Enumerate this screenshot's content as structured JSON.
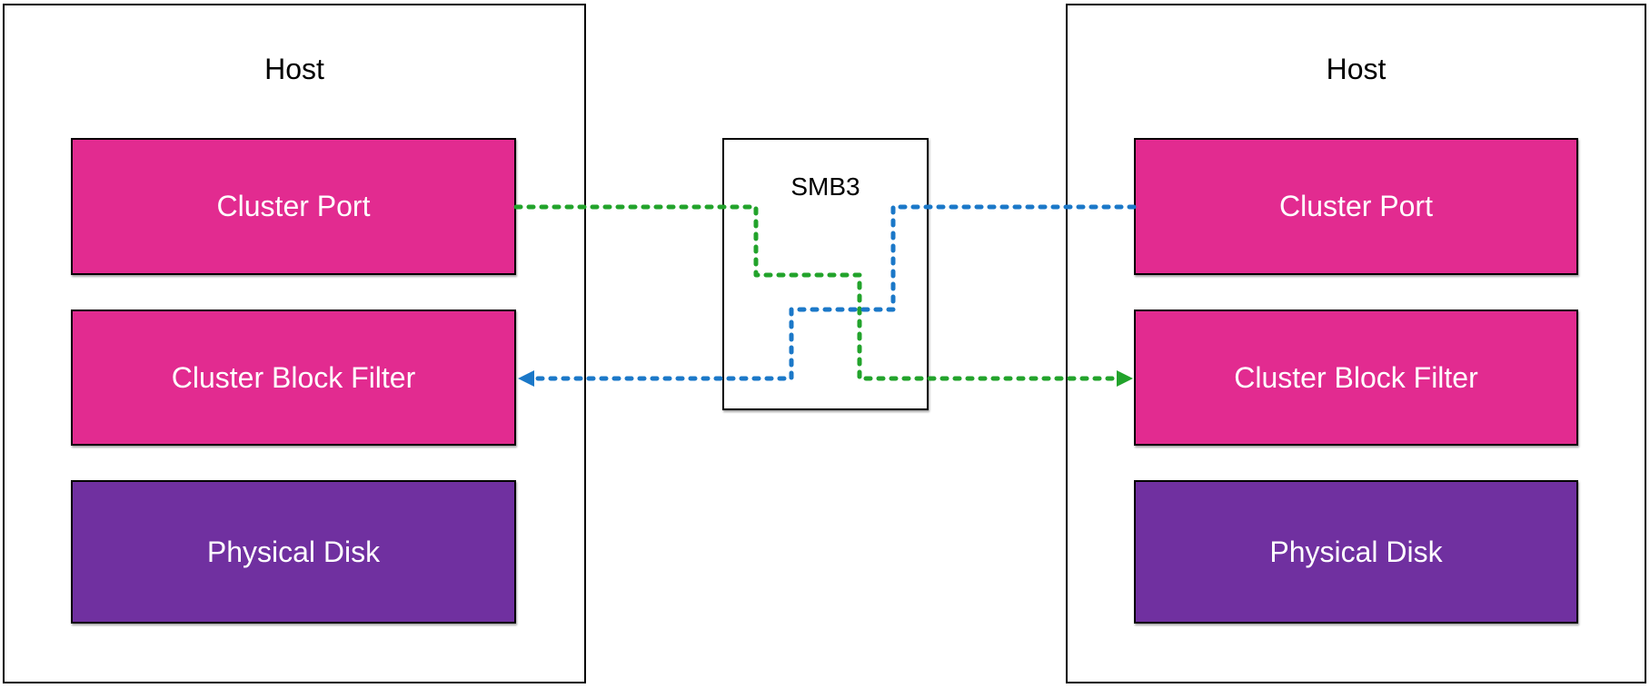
{
  "diagram": {
    "hosts": [
      {
        "label": "Host",
        "side": "left",
        "components": [
          {
            "label": "Cluster Port",
            "color_key": "pink"
          },
          {
            "label": "Cluster Block Filter",
            "color_key": "pink"
          },
          {
            "label": "Physical Disk",
            "color_key": "purple"
          }
        ]
      },
      {
        "label": "Host",
        "side": "right",
        "components": [
          {
            "label": "Cluster Port",
            "color_key": "pink"
          },
          {
            "label": "Cluster Block Filter",
            "color_key": "pink"
          },
          {
            "label": "Physical Disk",
            "color_key": "purple"
          }
        ]
      }
    ],
    "protocol_box": {
      "label": "SMB3"
    },
    "connectors": [
      {
        "name": "green-connector",
        "color_key": "green",
        "style": "dashed",
        "from": "left-host-cluster-port",
        "to": "right-host-cluster-block-filter",
        "arrow": "right"
      },
      {
        "name": "blue-connector",
        "color_key": "blue",
        "style": "dashed",
        "from": "right-host-cluster-port",
        "to": "left-host-cluster-block-filter",
        "arrow": "left"
      }
    ],
    "colors": {
      "pink": "#E22B90",
      "purple": "#7030A0",
      "green": "#22A32B",
      "blue": "#1B78C8",
      "box_border": "#000000",
      "background": "#FFFFFF"
    }
  }
}
